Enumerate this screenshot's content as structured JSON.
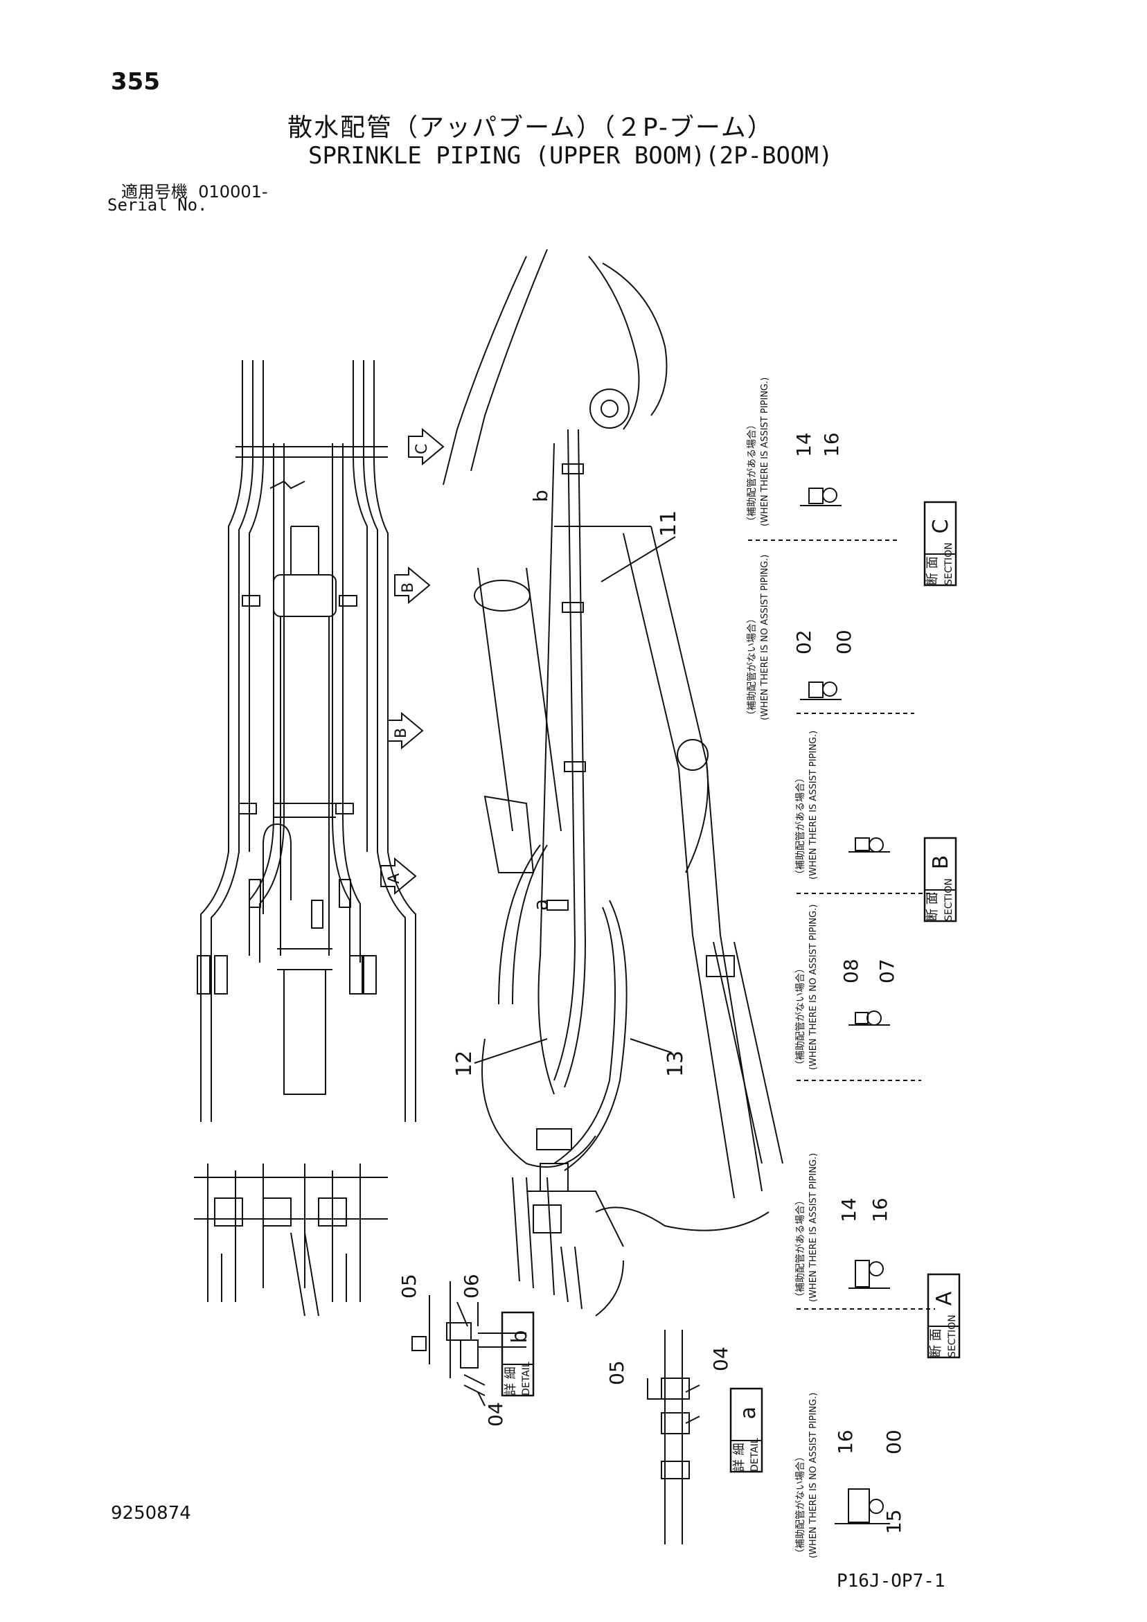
{
  "header": {
    "page_number": "355",
    "title_jp": "散水配管（アッパブーム）（２P-ブーム）",
    "title_en": "SPRINKLE PIPING (UPPER BOOM)(2P-BOOM)",
    "serial_label_jp": "適用号機",
    "serial_value": "010001-",
    "serial_label_en": "Serial No."
  },
  "footer": {
    "document_number": "9250874",
    "figure_code": "P16J-OP7-1"
  },
  "view_arrows": {
    "c": "C",
    "b1": "B",
    "b2": "B",
    "a": "A"
  },
  "callouts": {
    "main_11": "11",
    "main_12": "12",
    "main_13": "13",
    "main_a": "a",
    "main_b": "b"
  },
  "sections": {
    "c": {
      "letter": "C",
      "jp": "断 面",
      "en": "SECTION",
      "assist_jp": "（補助配管がある場合）",
      "assist_en": "(WHEN THERE IS ASSIST PIPING.)",
      "assist_parts": [
        "14",
        "16"
      ],
      "no_assist_jp": "（補助配管がない場合）",
      "no_assist_en": "(WHEN THERE IS NO ASSIST PIPING.)",
      "no_assist_parts": [
        "02",
        "00"
      ]
    },
    "b": {
      "letter": "B",
      "jp": "断 面",
      "en": "SECTION",
      "assist_jp": "（補助配管がある場合）",
      "assist_en": "(WHEN THERE IS ASSIST PIPING.)",
      "no_assist_jp": "（補助配管がない場合）",
      "no_assist_en": "(WHEN THERE IS NO ASSIST PIPING.)",
      "no_assist_parts": [
        "08",
        "07"
      ]
    },
    "a": {
      "letter": "A",
      "jp": "断 面",
      "en": "SECTION",
      "assist_jp": "（補助配管がある場合）",
      "assist_en": "(WHEN THERE IS ASSIST PIPING.)",
      "assist_parts": [
        "14",
        "16"
      ],
      "no_assist_jp": "（補助配管がない場合）",
      "no_assist_en": "(WHEN THERE IS NO ASSIST PIPING.)",
      "no_assist_parts": [
        "16",
        "00",
        "15"
      ]
    }
  },
  "details": {
    "b": {
      "letter": "b",
      "jp": "詳 細",
      "en": "DETAIL",
      "parts": [
        "05",
        "06",
        "04"
      ]
    },
    "a": {
      "letter": "a",
      "jp": "詳 細",
      "en": "DETAIL",
      "parts": [
        "05",
        "04"
      ]
    }
  }
}
